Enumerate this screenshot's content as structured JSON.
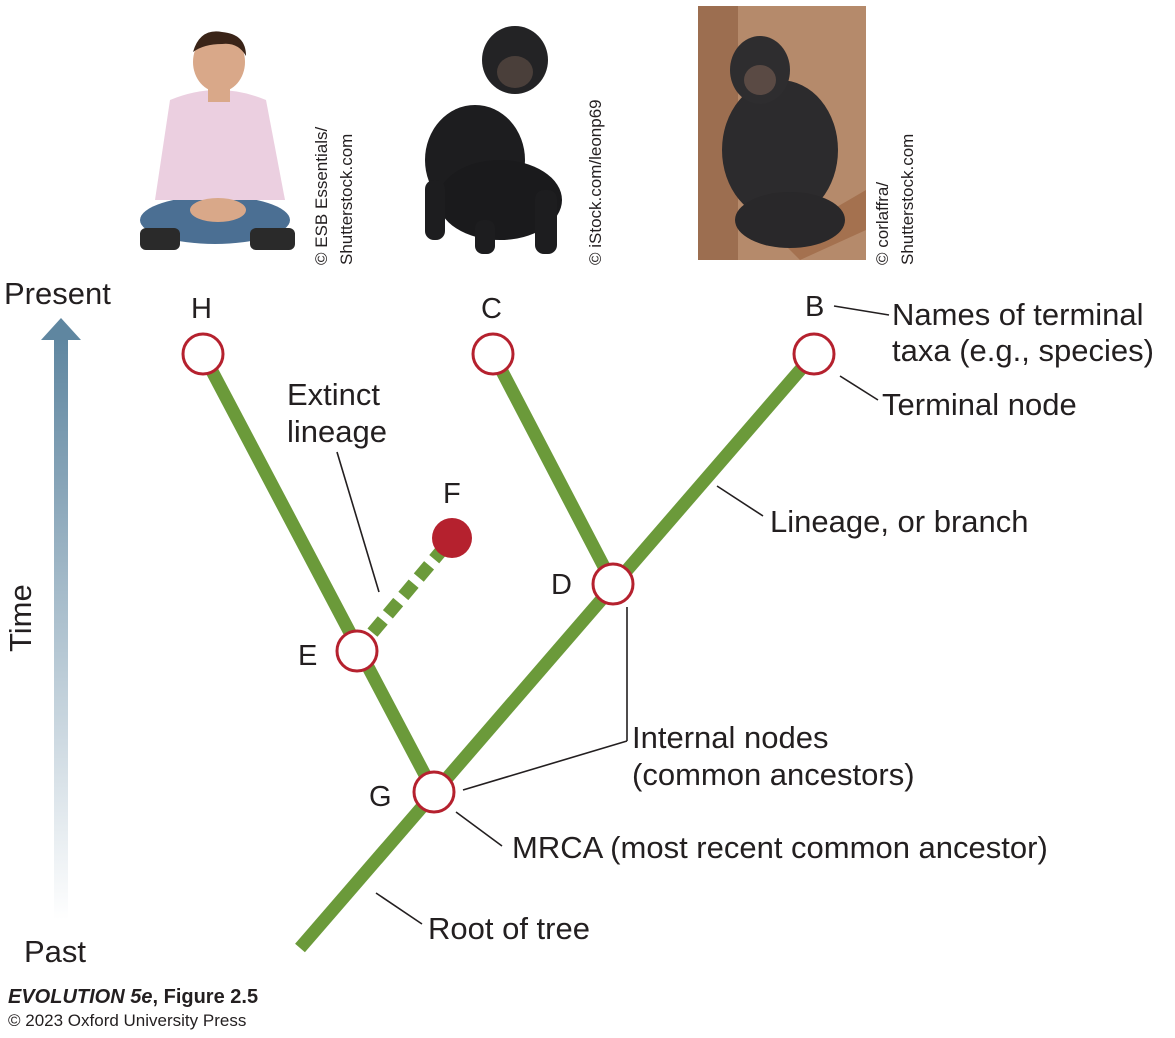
{
  "time_axis": {
    "top_label": "Present",
    "bottom_label": "Past",
    "axis_label": "Time"
  },
  "photos": [
    {
      "credit_line1": "© ESB Essentials/",
      "credit_line2": "Shutterstock.com",
      "subject": "human"
    },
    {
      "credit_line1": "© iStock.com/leonp69",
      "credit_line2": "",
      "subject": "chimpanzee"
    },
    {
      "credit_line1": "© corlaffra/",
      "credit_line2": "Shutterstock.com",
      "subject": "bonobo"
    }
  ],
  "nodes": {
    "H": "H",
    "C": "C",
    "B": "B",
    "F": "F",
    "D": "D",
    "E": "E",
    "G": "G"
  },
  "annotations": {
    "terminal_taxa_line1": "Names of terminal",
    "terminal_taxa_line2": "taxa (e.g., species)",
    "terminal_node": "Terminal node",
    "extinct_line1": "Extinct",
    "extinct_line2": "lineage",
    "lineage": "Lineage, or branch",
    "internal_line1": "Internal nodes",
    "internal_line2": "(common ancestors)",
    "mrca": "MRCA (most recent common ancestor)",
    "root": "Root of tree"
  },
  "colors": {
    "branch": "#6b9a3a",
    "node_stroke": "#b5212e",
    "extinct_fill": "#b5212e",
    "axis_arrow": "#5f86a0"
  },
  "footer": {
    "title_italic": "EVOLUTION 5e",
    "title_rest": ", Figure 2.5",
    "copyright": "© 2023 Oxford University Press"
  }
}
